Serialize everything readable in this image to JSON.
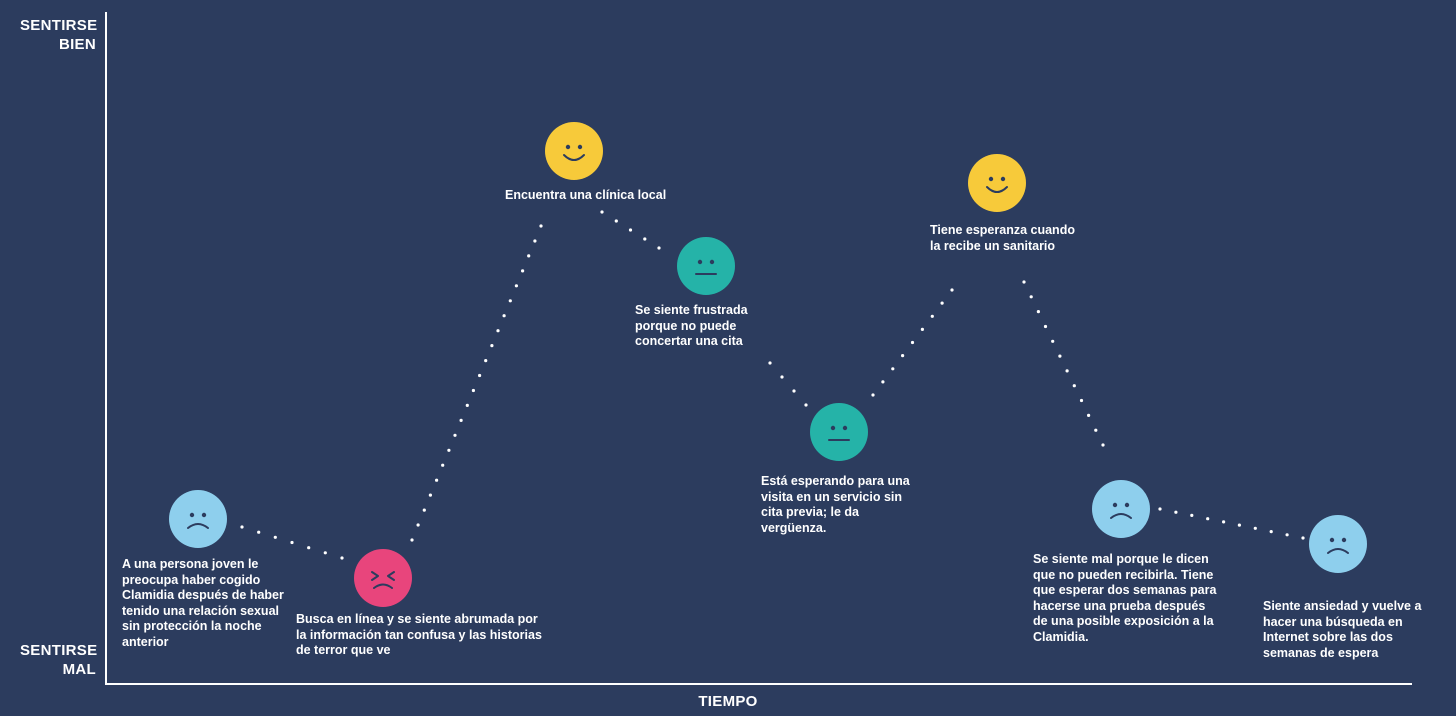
{
  "axes": {
    "y_top": "SENTIRSE\nBIEN",
    "y_bottom": "SENTIRSE\nMAL",
    "x": "TIEMPO"
  },
  "colors": {
    "background": "#2c3c5e",
    "sad": "#8ecfed",
    "overwhelmed": "#e8457c",
    "neutral": "#25b3a8",
    "happy": "#f7ca3a",
    "face_ink": "#2c3c5e"
  },
  "steps": [
    {
      "mood": "sad",
      "caption": "A una persona joven le preocupa haber cogido Clamidia después de haber tenido una relación sexual sin protección la noche anterior"
    },
    {
      "mood": "overwhelmed",
      "caption": "Busca en línea y se siente abrumada por la información tan confusa y las historias de terror que ve"
    },
    {
      "mood": "happy",
      "caption": "Encuentra una clínica local"
    },
    {
      "mood": "neutral",
      "caption": "Se siente frustrada porque no puede concertar una cita"
    },
    {
      "mood": "neutral",
      "caption": "Está esperando para una visita en un servicio sin cita previa; le da vergüenza."
    },
    {
      "mood": "happy",
      "caption": "Tiene esperanza cuando la recibe un sanitario"
    },
    {
      "mood": "sad",
      "caption": "Se siente mal porque le dicen que no pueden recibirla. Tiene que esperar dos semanas para hacerse una prueba después de una posible exposición a la Clamidia."
    },
    {
      "mood": "sad",
      "caption": "Siente ansiedad y vuelve a hacer una búsqueda en Internet sobre las dos semanas de espera"
    }
  ]
}
